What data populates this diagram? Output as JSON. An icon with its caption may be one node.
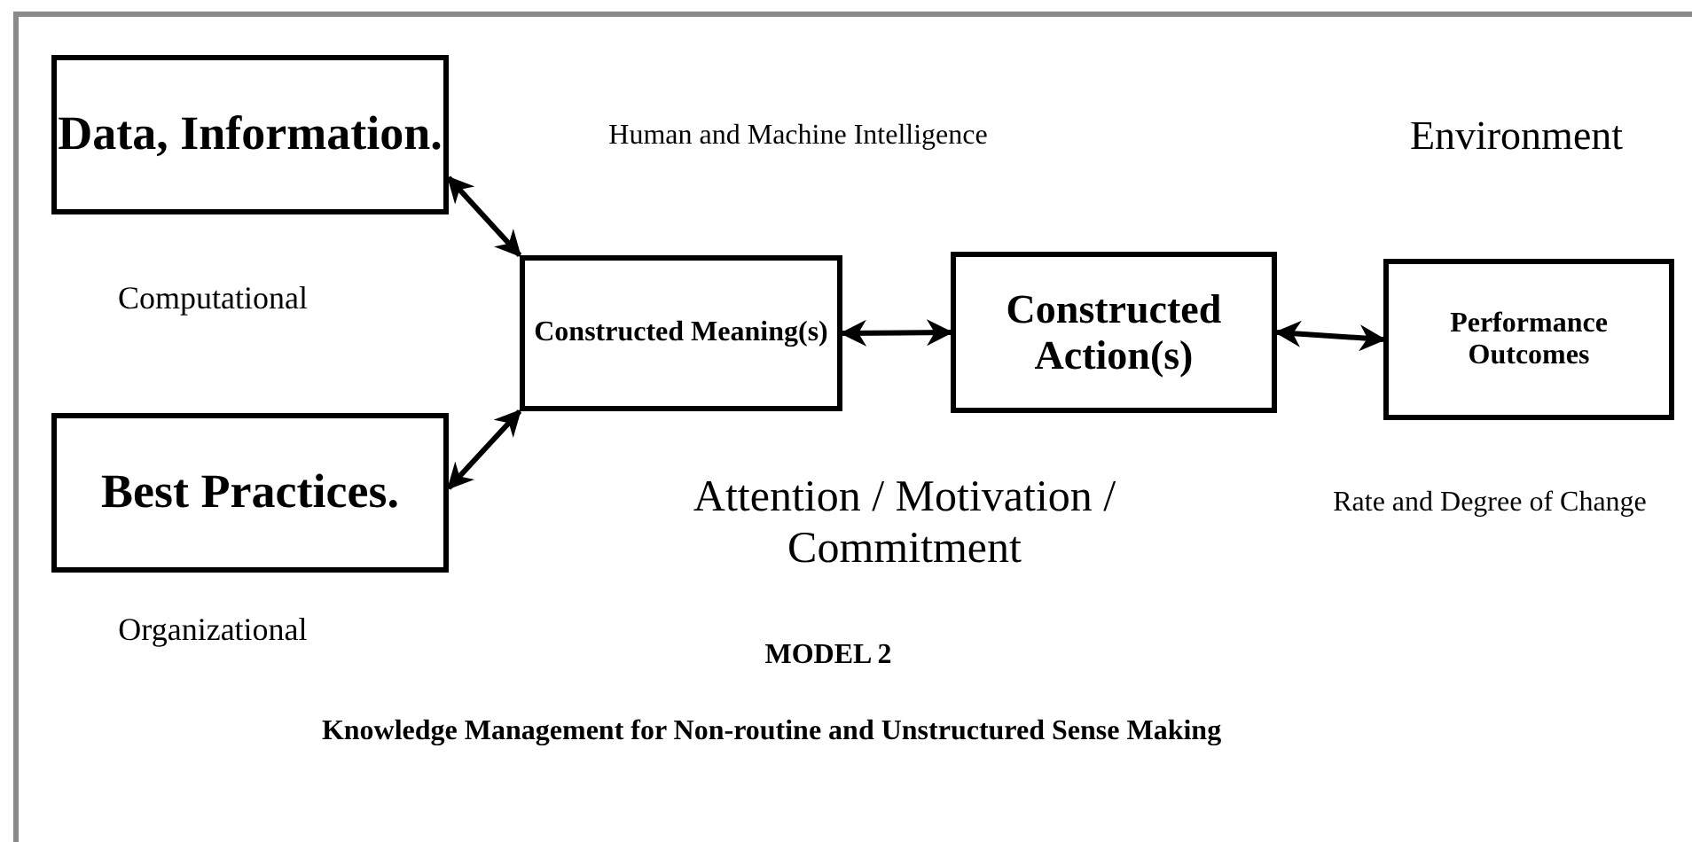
{
  "diagram": {
    "nodes": [
      {
        "text": [
          "Data, Information."
        ]
      },
      {
        "text": [
          "Best Practices."
        ]
      },
      {
        "text": [
          "Constructed Meaning(s)"
        ]
      },
      {
        "text": [
          "Constructed Action(s)"
        ]
      },
      {
        "text": [
          "Performance Outcomes"
        ]
      }
    ],
    "edges": [
      {
        "from": 0,
        "to": 2,
        "arrow": "both"
      },
      {
        "from": 1,
        "to": 2,
        "arrow": "both"
      },
      {
        "from": 2,
        "to": 3,
        "arrow": "both"
      },
      {
        "from": 3,
        "to": 4,
        "arrow": "both"
      }
    ],
    "labels": [
      "Human and Machine Intelligence",
      "Environment",
      "Computational",
      "Attention / Motivation / Commitment",
      "Rate and Degree of Change",
      "Organizational",
      "MODEL 2",
      "Knowledge Management for Non-routine and Unstructured Sense Making"
    ]
  }
}
